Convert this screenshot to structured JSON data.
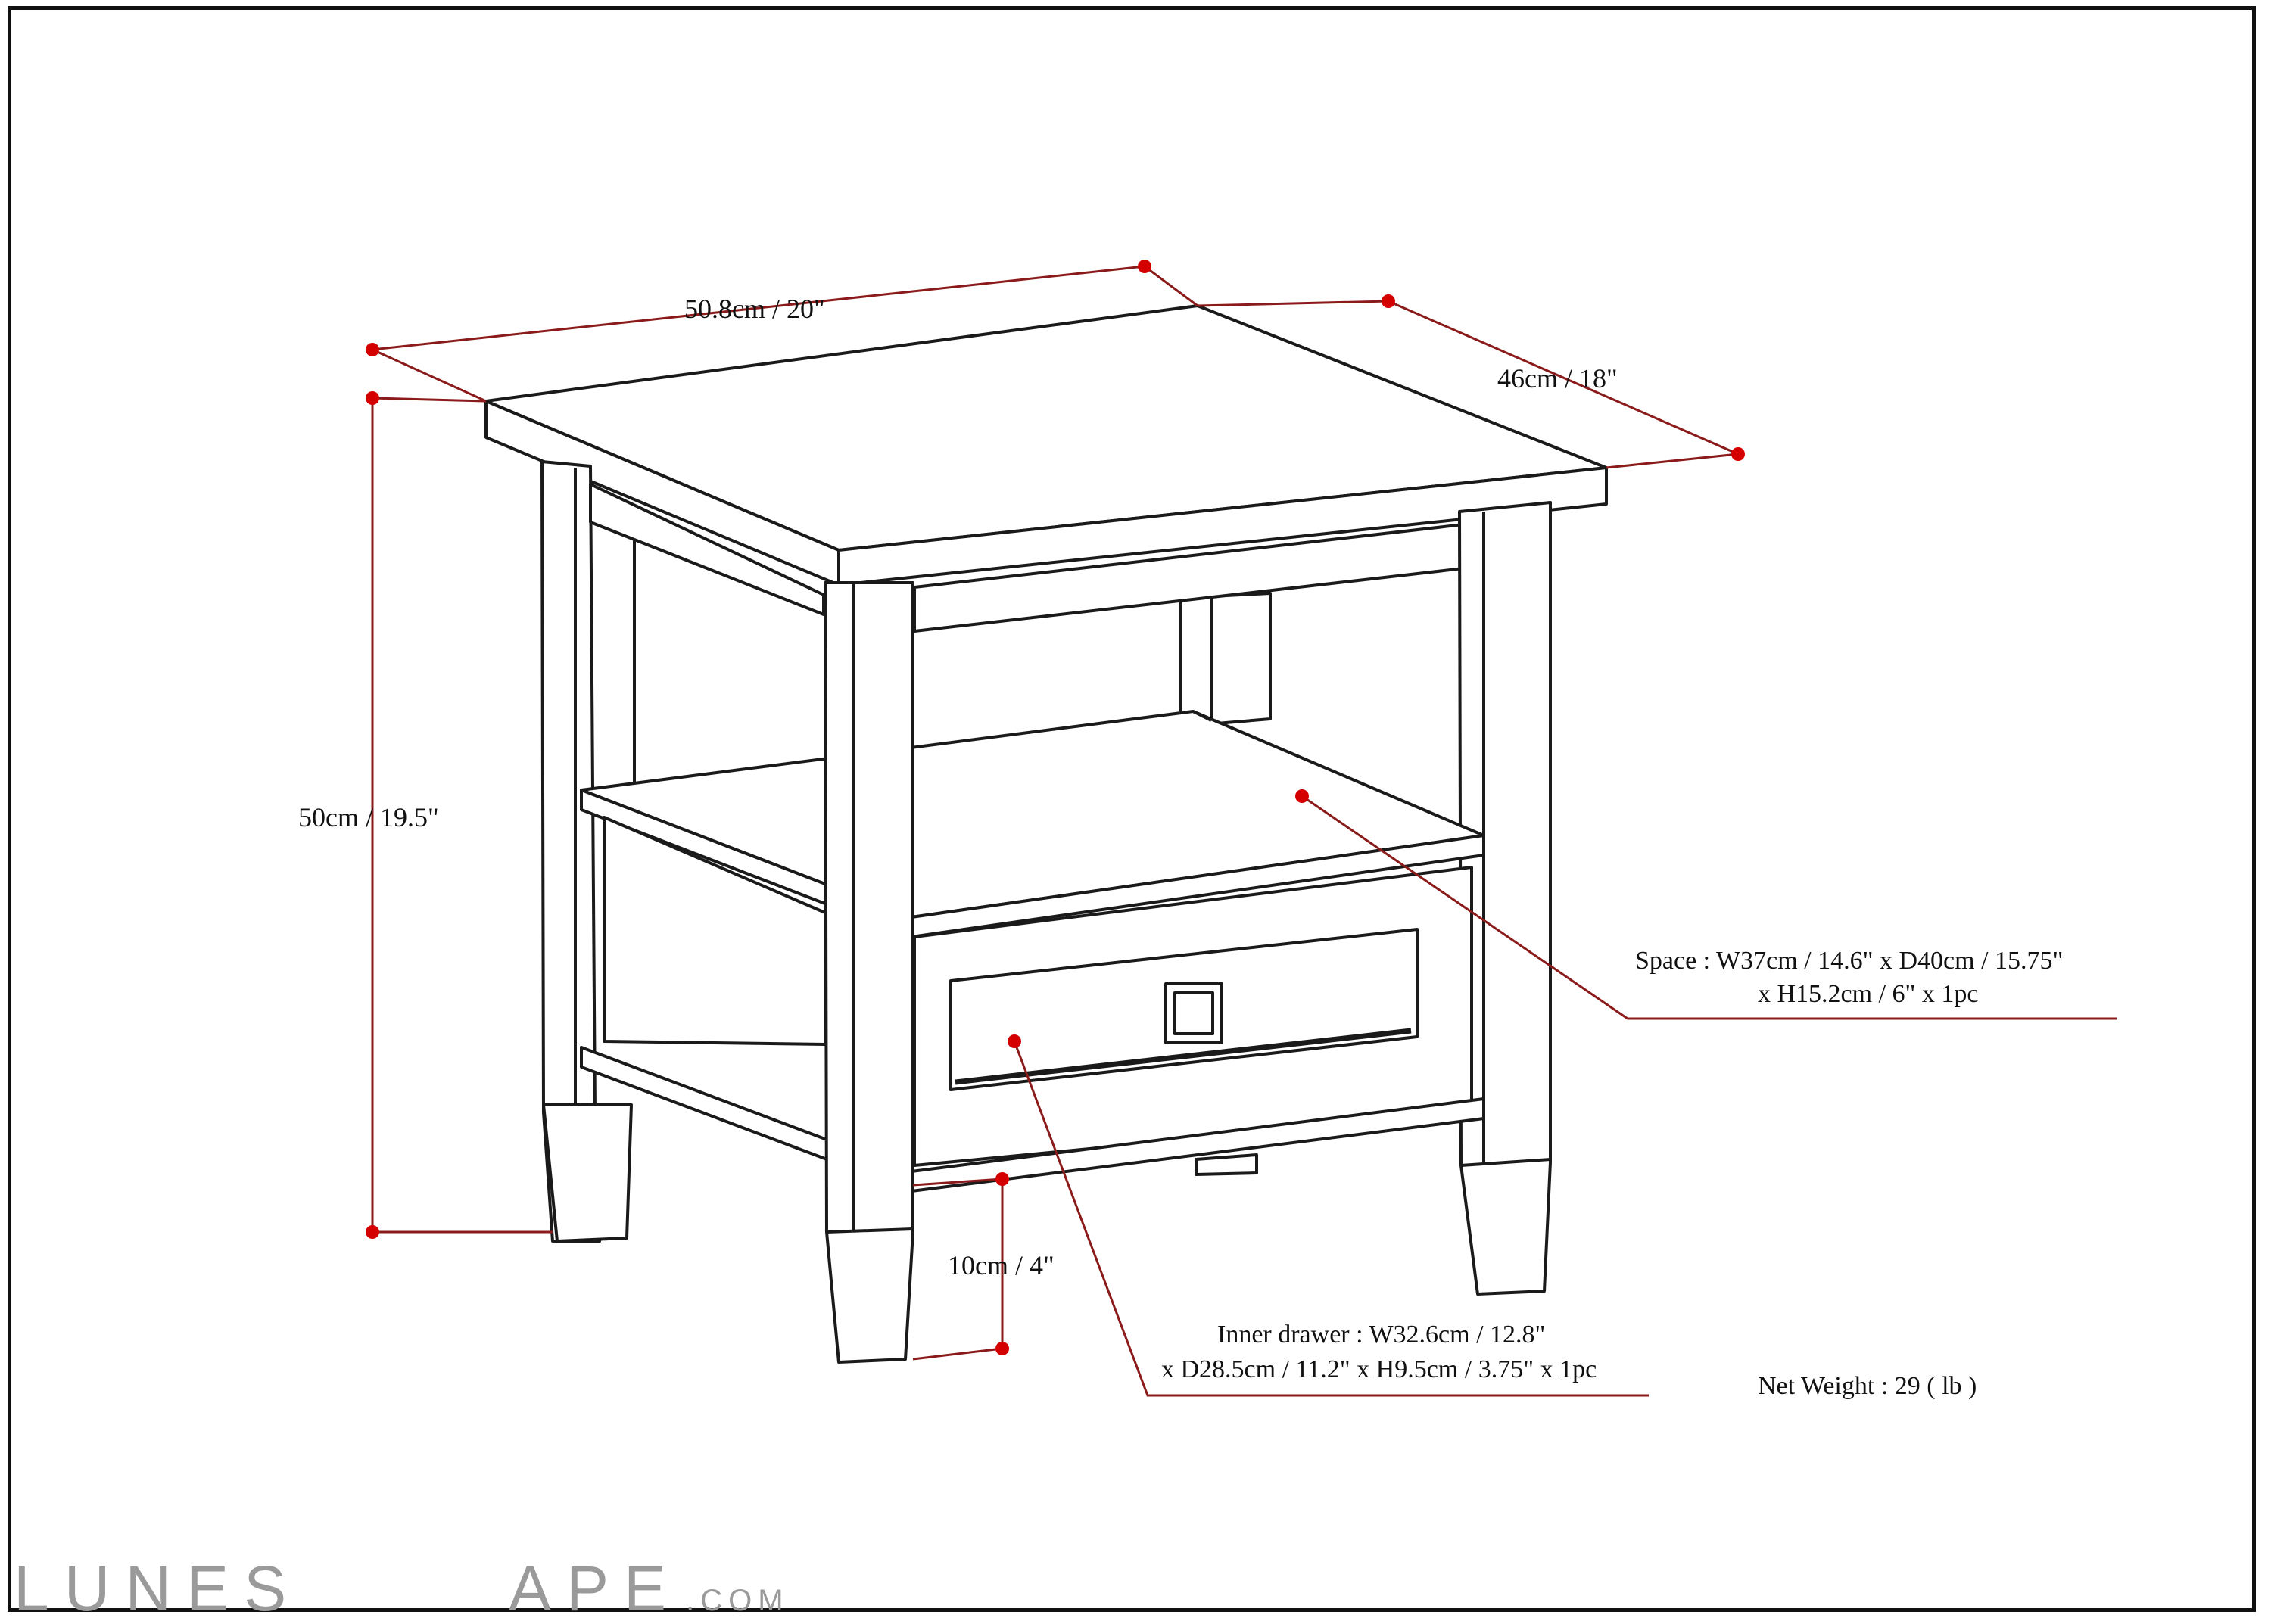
{
  "dimensions": {
    "width": "50.8cm / 20\"",
    "depth": "46cm / 18\"",
    "height": "50cm / 19.5\"",
    "leg_height": "10cm / 4\""
  },
  "space": {
    "line1": "Space : W37cm / 14.6\" x D40cm / 15.75\"",
    "line2": "x H15.2cm / 6\" x 1pc"
  },
  "drawer": {
    "line1": "Inner drawer : W32.6cm / 12.8\"",
    "line2": "x D28.5cm / 11.2\" x H9.5cm / 3.75\" x 1pc"
  },
  "net_weight": "Net Weight : 29 ( lb )",
  "brand": {
    "name_part1": "LUNES",
    "name_part2": "APE",
    "suffix": ".COM"
  },
  "colors": {
    "line": "#1a1a1a",
    "dimension_line": "#8b1a1a",
    "dimension_dot": "#d40000",
    "logo": "#9a9a9a"
  }
}
